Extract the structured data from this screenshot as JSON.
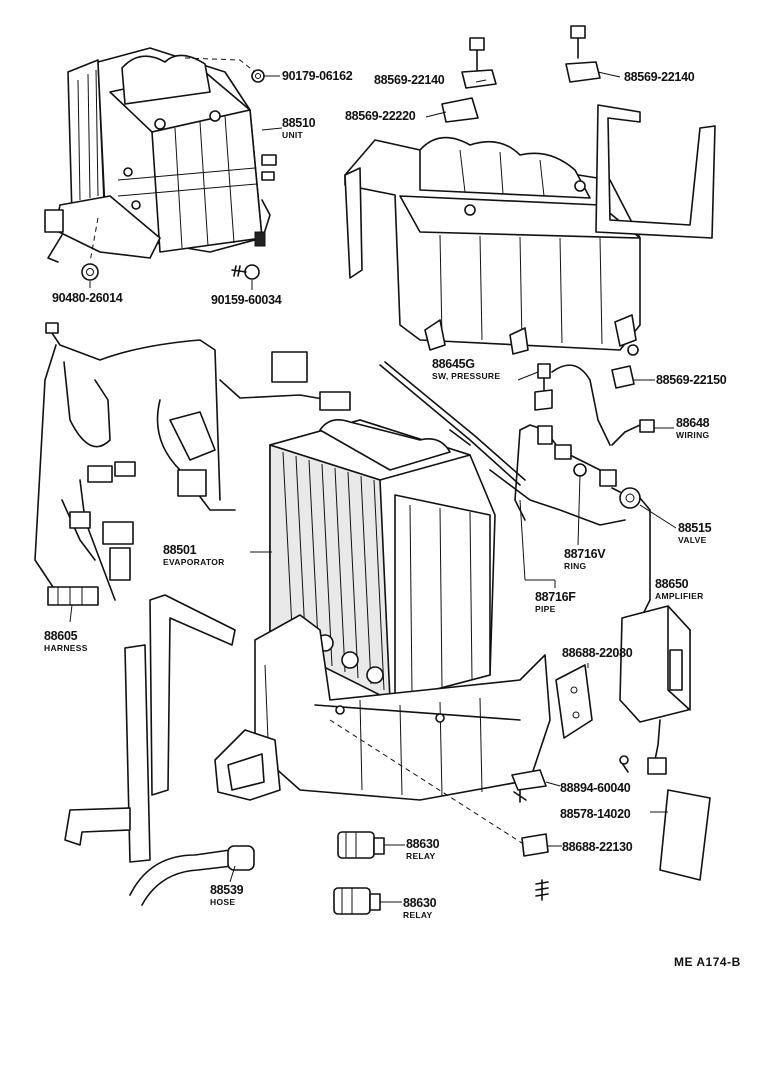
{
  "diagram_code": "ME  A174-B",
  "callouts": [
    {
      "id": "p90179",
      "part": "90179-06162",
      "name": ""
    },
    {
      "id": "p88569a",
      "part": "88569-22140",
      "name": ""
    },
    {
      "id": "p88569b",
      "part": "88569-22140",
      "name": ""
    },
    {
      "id": "p88569c",
      "part": "88569-22220",
      "name": ""
    },
    {
      "id": "p88510",
      "part": "88510",
      "name": "UNIT"
    },
    {
      "id": "p90480",
      "part": "90480-26014",
      "name": ""
    },
    {
      "id": "p90159",
      "part": "90159-60034",
      "name": ""
    },
    {
      "id": "p88645",
      "part": "88645G",
      "name": "SW, PRESSURE"
    },
    {
      "id": "p88569d",
      "part": "88569-22150",
      "name": ""
    },
    {
      "id": "p88648",
      "part": "88648",
      "name": "WIRING"
    },
    {
      "id": "p88515",
      "part": "88515",
      "name": "VALVE"
    },
    {
      "id": "p88501",
      "part": "88501",
      "name": "EVAPORATOR"
    },
    {
      "id": "p88716v",
      "part": "88716V",
      "name": "RING"
    },
    {
      "id": "p88716f",
      "part": "88716F",
      "name": "PIPE"
    },
    {
      "id": "p88650",
      "part": "88650",
      "name": "AMPLIFIER"
    },
    {
      "id": "p88605",
      "part": "88605",
      "name": "HARNESS"
    },
    {
      "id": "p88688a",
      "part": "88688-22080",
      "name": ""
    },
    {
      "id": "p88894",
      "part": "88894-60040",
      "name": ""
    },
    {
      "id": "p88578",
      "part": "88578-14020",
      "name": ""
    },
    {
      "id": "p88630a",
      "part": "88630",
      "name": "RELAY"
    },
    {
      "id": "p88688b",
      "part": "88688-22130",
      "name": ""
    },
    {
      "id": "p88539",
      "part": "88539",
      "name": "HOSE"
    },
    {
      "id": "p88630b",
      "part": "88630",
      "name": "RELAY"
    }
  ]
}
